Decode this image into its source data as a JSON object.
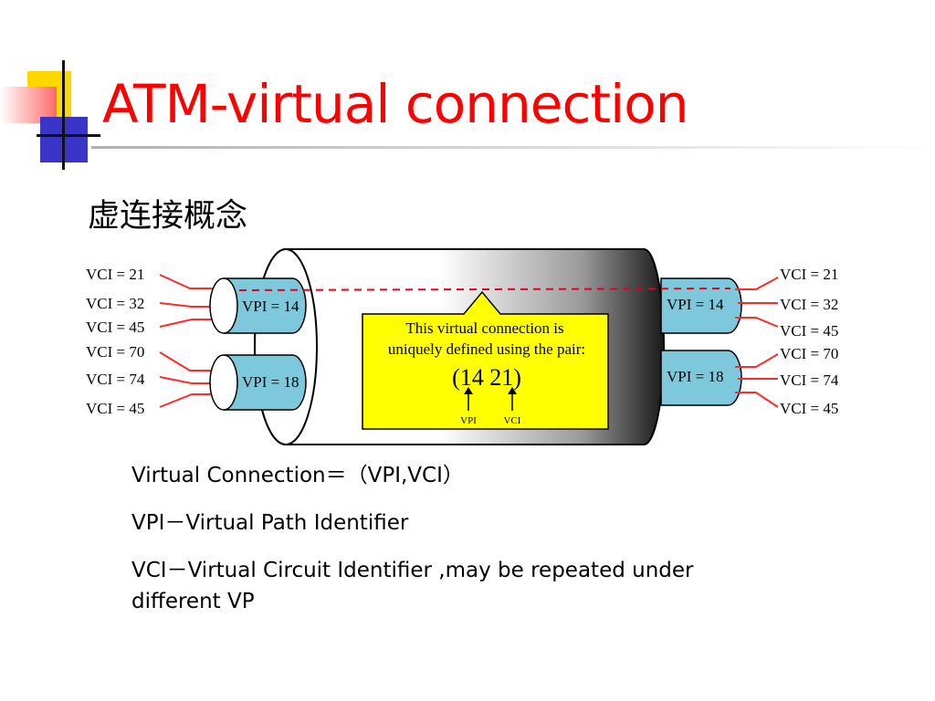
{
  "slide": {
    "title": "ATM-virtual connection",
    "subtitle": "虚连接概念",
    "bullets": [
      "Virtual Connection＝（VPI,VCI）",
      "VPI－Virtual Path Identifier",
      "VCI－Virtual Circuit Identifier ,may be repeated under different VP"
    ]
  },
  "diagram": {
    "left_vci": [
      "VCI = 21",
      "VCI = 32",
      "VCI = 45",
      "VCI = 70",
      "VCI = 74",
      "VCI = 45"
    ],
    "right_vci": [
      "VCI = 21",
      "VCI = 32",
      "VCI = 45",
      "VCI = 70",
      "VCI = 74",
      "VCI = 45"
    ],
    "left_vpi": [
      "VPI = 14",
      "VPI = 18"
    ],
    "right_vpi": [
      "VPI = 14",
      "VPI = 18"
    ],
    "callout": {
      "line1": "This virtual  connection is",
      "line2": "uniquely defined using the pair:",
      "pair": "(14  21)",
      "label_vpi": "VPI",
      "label_vci": "VCI"
    },
    "colors": {
      "wire": "#ff2a2a",
      "dashed_path": "#e8001a",
      "vp_tube": "#7ec8dc",
      "callout_bg": "#ffff00",
      "title": "#ff0000"
    }
  }
}
